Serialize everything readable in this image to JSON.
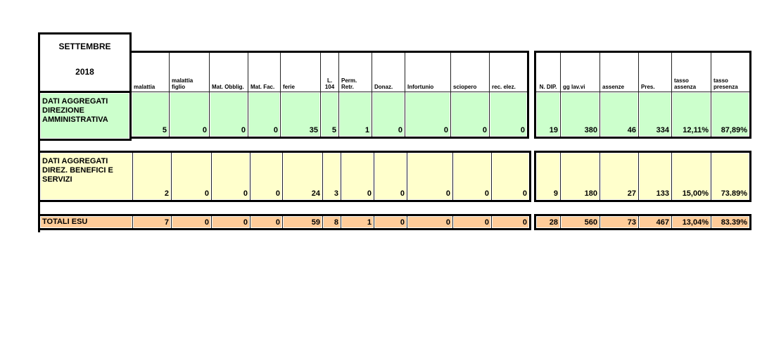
{
  "title": {
    "month": "SETTEMBRE",
    "year": "2018"
  },
  "headers_left": [
    "malattia",
    "malattia figlio",
    "Mat. Obblig.",
    "Mat. Fac.",
    "ferie",
    "L. 104",
    "Perm. Retr.",
    "Donaz.",
    "Infortunio",
    "sciopero",
    "rec. elez."
  ],
  "headers_right": [
    "N. DIP.",
    "gg lav.vi",
    "assenze",
    "Pres.",
    "tasso assenza",
    "tasso presenza"
  ],
  "rows": [
    {
      "label": "DATI AGGREGATI DIREZIONE AMMINISTRATIVA",
      "style": "green",
      "left": [
        "5",
        "0",
        "0",
        "0",
        "35",
        "5",
        "1",
        "0",
        "0",
        "0",
        "0"
      ],
      "right": [
        "19",
        "380",
        "46",
        "334",
        "12,11%",
        "87,89%"
      ]
    },
    {
      "label": "DATI AGGREGATI DIREZ.  BENEFICI E SERVIZI",
      "style": "yellow",
      "left": [
        "2",
        "0",
        "0",
        "0",
        "24",
        "3",
        "0",
        "0",
        "0",
        "0",
        "0"
      ],
      "right": [
        "9",
        "180",
        "27",
        "133",
        "15,00%",
        "73.89%"
      ]
    },
    {
      "label": "TOTALI ESU",
      "style": "orange",
      "left": [
        "7",
        "0",
        "0",
        "0",
        "59",
        "8",
        "1",
        "0",
        "0",
        "0",
        "0"
      ],
      "right": [
        "28",
        "560",
        "73",
        "467",
        "13,04%",
        "83.39%"
      ]
    }
  ],
  "colors": {
    "green": "#ccffcc",
    "yellow": "#ffffcc",
    "orange": "#ffcc99"
  }
}
